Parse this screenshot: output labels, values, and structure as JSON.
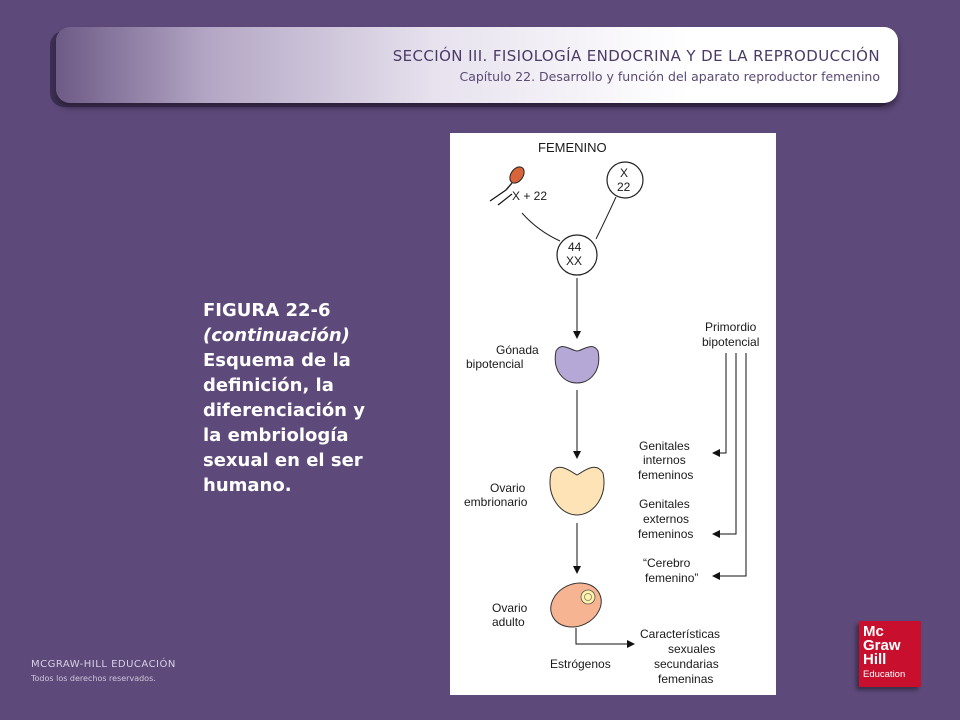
{
  "header": {
    "section": "SECCIÓN III. FISIOLOGÍA ENDOCRINA Y DE LA REPRODUCCIÓN",
    "chapter": "Capítulo 22. Desarrollo y función del aparato reproductor femenino"
  },
  "caption": {
    "figure": "FIGURA 22-6",
    "continuation": "(continuación)",
    "text": "Esquema de la definición, la diferenciación y la embriología sexual en el ser humano."
  },
  "diagram": {
    "title": "FEMENINO",
    "sperm_label": "X + 22",
    "egg_line1": "X",
    "egg_line2": "22",
    "zygote_line1": "44",
    "zygote_line2": "XX",
    "gonad_line1": "Gónada",
    "gonad_line2": "bipotencial",
    "embryo_ovary_line1": "Ovario",
    "embryo_ovary_line2": "embrionario",
    "adult_ovary_line1": "Ovario",
    "adult_ovary_line2": "adulto",
    "estrogens": "Estrógenos",
    "primordium_line1": "Primordio",
    "primordium_line2": "bipotencial",
    "internal_line1": "Genitales",
    "internal_line2": "internos",
    "internal_line3": "femeninos",
    "external_line1": "Genitales",
    "external_line2": "externos",
    "external_line3": "femeninos",
    "brain_line1": "“Cerebro",
    "brain_line2": "femenino”",
    "secondary_line1": "Características",
    "secondary_line2": "sexuales",
    "secondary_line3": "secundarias",
    "secondary_line4": "femeninas"
  },
  "colors": {
    "background": "#5e4a7a",
    "gonad_fill": "#b6a8d6",
    "embryo_ovary_fill": "#fde3b5",
    "adult_ovary_fill": "#f6b492",
    "sperm_fill": "#d9643a"
  },
  "footer": {
    "org": "MCGRAW-HILL EDUCACIÓN",
    "rights": "Todos los derechos reservados."
  },
  "logo": {
    "line1": "Mc",
    "line2": "Graw",
    "line3": "Hill",
    "line4": "Education"
  }
}
